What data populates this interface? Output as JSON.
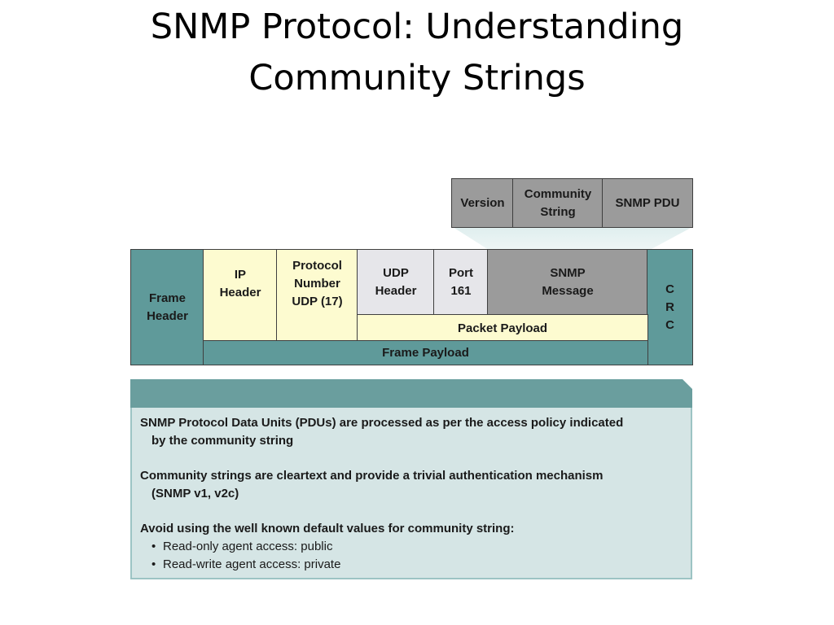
{
  "slide": {
    "title_line1": "SNMP Protocol: Understanding",
    "title_line2": "Community Strings"
  },
  "snmp_message_fields": [
    "Version",
    "Community\nString",
    "SNMP PDU"
  ],
  "frame": {
    "frame_header": "Frame\nHeader",
    "ip_header": "IP\nHeader",
    "protocol_number": "Protocol\nNumber\nUDP (17)",
    "udp_header": "UDP\nHeader",
    "port": "Port\n161",
    "snmp_message": "SNMP\nMessage",
    "crc": "C\nR\nC",
    "packet_payload": "Packet Payload",
    "frame_payload": "Frame Payload"
  },
  "colors": {
    "teal": "#5f9a9a",
    "yellow": "#fdfbd0",
    "light_gray": "#e6e6ea",
    "dark_gray": "#9b9b9b",
    "info_header": "#6a9e9e",
    "info_body": "#d5e5e5"
  },
  "info": {
    "p1_line1": "SNMP Protocol Data Units (PDUs) are processed as per the access policy indicated",
    "p1_line2": "by the community string",
    "p2_line1": "Community strings are cleartext and provide a trivial authentication mechanism",
    "p2_line2": "(SNMP v1, v2c)",
    "p3": "Avoid using the well known default values for community string:",
    "bullets": [
      "Read-only agent access: public",
      "Read-write agent access: private"
    ]
  }
}
